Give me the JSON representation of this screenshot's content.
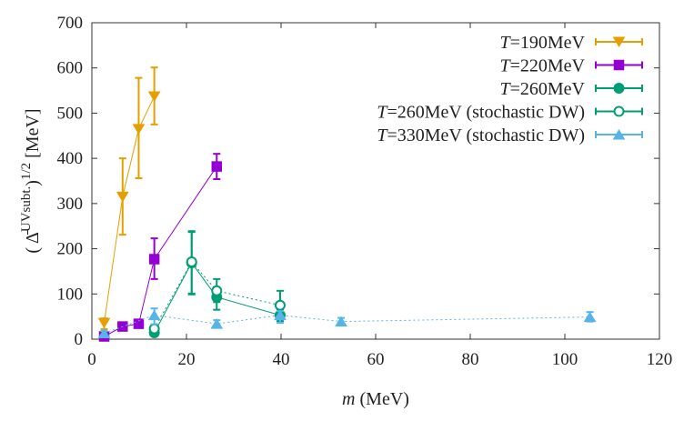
{
  "chart_data": {
    "type": "scatter",
    "xlabel": "m (MeV)",
    "ylabel": "(Δ̄ UVsubt.)1/2 [MeV]",
    "xlim": [
      0,
      120
    ],
    "ylim": [
      0,
      700
    ],
    "xticks": [
      "0",
      "20",
      "40",
      "60",
      "80",
      "100",
      "120"
    ],
    "yticks": [
      "0",
      "100",
      "200",
      "300",
      "400",
      "500",
      "600",
      "700"
    ],
    "grid": false,
    "legend_position": "top-right",
    "series": [
      {
        "name": "T=190MeV",
        "color": "#e69f00",
        "marker": "triangle-down",
        "filled": true,
        "dashed": false,
        "points": [
          [
            2.6,
            36,
            22,
            46
          ],
          [
            6.5,
            315,
            231,
            400
          ],
          [
            9.9,
            465,
            356,
            578
          ],
          [
            13.2,
            537,
            475,
            601
          ]
        ]
      },
      {
        "name": "T=220MeV",
        "color": "#9400d3",
        "marker": "square",
        "filled": true,
        "dashed": false,
        "points": [
          [
            2.6,
            6,
            2,
            10
          ],
          [
            6.5,
            28,
            25,
            31
          ],
          [
            9.9,
            34,
            31,
            37
          ],
          [
            13.2,
            177,
            133,
            223
          ],
          [
            26.4,
            382,
            354,
            410
          ]
        ]
      },
      {
        "name": "T=260MeV",
        "color": "#009e73",
        "marker": "circle",
        "filled": true,
        "dashed": false,
        "points": [
          [
            13.2,
            14,
            10,
            18
          ],
          [
            21.1,
            169,
            99,
            239
          ],
          [
            26.4,
            93,
            65,
            113
          ],
          [
            39.8,
            53,
            40,
            66
          ]
        ]
      },
      {
        "name": "T=260MeV (stochastic DW)",
        "color": "#009e73",
        "marker": "circle",
        "filled": false,
        "dashed": true,
        "points": [
          [
            13.2,
            23,
            15,
            31
          ],
          [
            21.1,
            171,
            101,
            237
          ],
          [
            26.4,
            107,
            82,
            133
          ],
          [
            39.8,
            75,
            51,
            107
          ]
        ]
      },
      {
        "name": "T=330MeV (stochastic DW)",
        "color": "#56b4e9",
        "marker": "triangle-up",
        "filled": true,
        "dashed": true,
        "points": [
          [
            2.6,
            13,
            8,
            18
          ],
          [
            13.2,
            53,
            33,
            68
          ],
          [
            26.4,
            34,
            26,
            42
          ],
          [
            39.8,
            53,
            36,
            62
          ],
          [
            52.7,
            39,
            31,
            47
          ],
          [
            105.3,
            49,
            39,
            60
          ]
        ]
      }
    ]
  }
}
